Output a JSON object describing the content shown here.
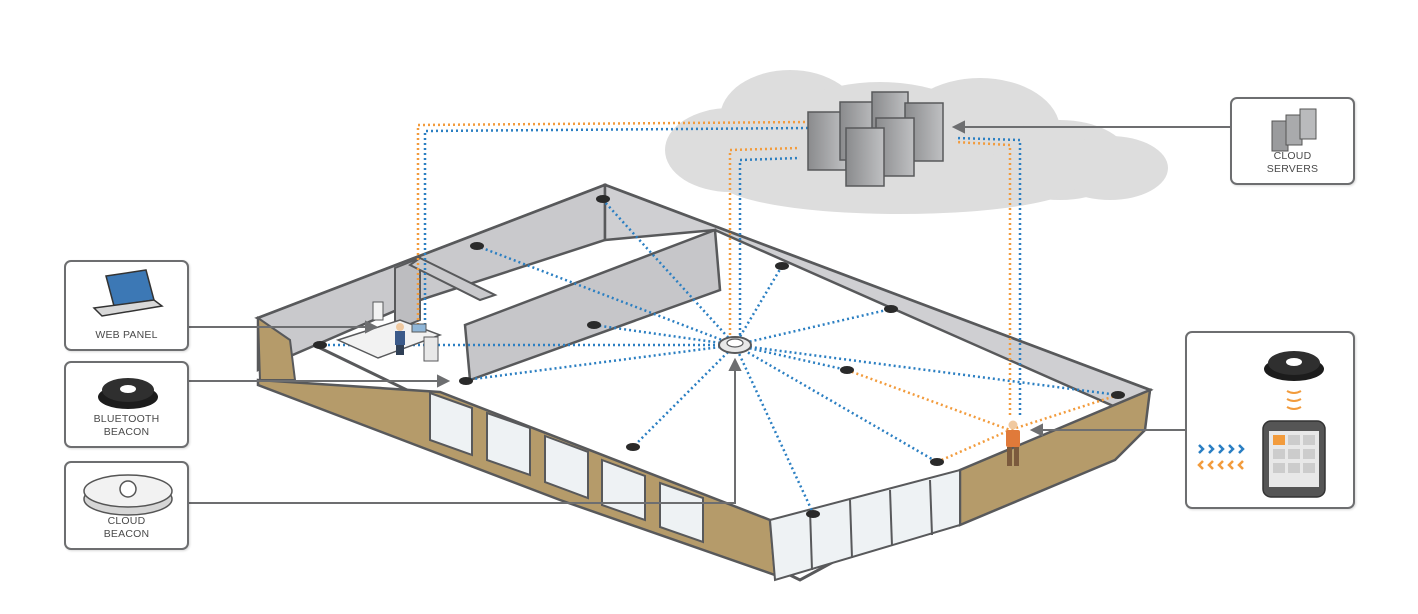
{
  "callouts": {
    "web_panel": {
      "label": "WEB PANEL",
      "icon": "laptop-icon"
    },
    "bluetooth_beacon": {
      "label": "BLUETOOTH\nBEACON",
      "icon": "bluetooth-beacon-icon"
    },
    "cloud_beacon": {
      "label": "CLOUD\nBEACON",
      "icon": "cloud-beacon-icon"
    },
    "cloud_servers": {
      "label": "CLOUD\nSERVERS",
      "icon": "server-rack-icon"
    },
    "phone": {
      "icon": "smartphone-icon"
    }
  },
  "colors": {
    "blue_link": "#2b7fc2",
    "orange_link": "#f29b3c",
    "wall_fill": "#c9c9cc",
    "wall_section": "#b59b6a",
    "outline": "#58595b",
    "cloud": "#dcdcdc"
  }
}
